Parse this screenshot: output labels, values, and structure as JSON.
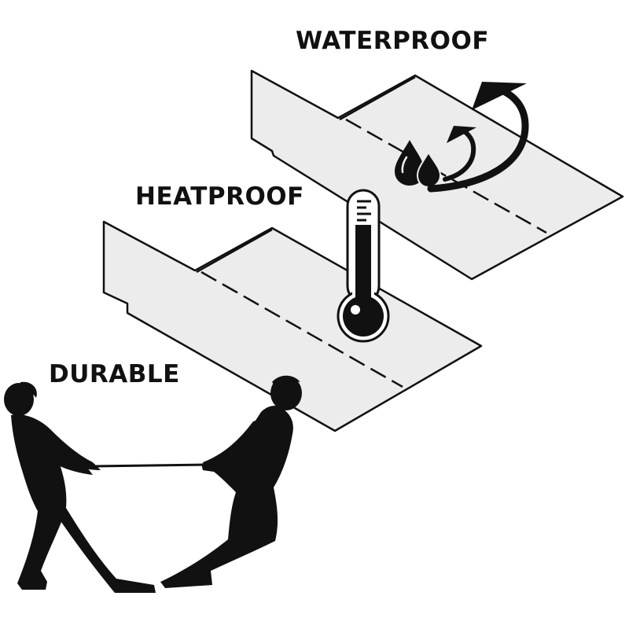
{
  "labels": {
    "waterproof": "WATERPROOF",
    "heatproof": "HEATPROOF",
    "durable": "DURABLE"
  },
  "colors": {
    "ink": "#111111",
    "sheet_fill": "#ececec",
    "background": "#ffffff"
  },
  "icons": {
    "water": "water-drops-icon",
    "heat": "thermometer-icon",
    "strength": "tug-of-war-icon"
  }
}
